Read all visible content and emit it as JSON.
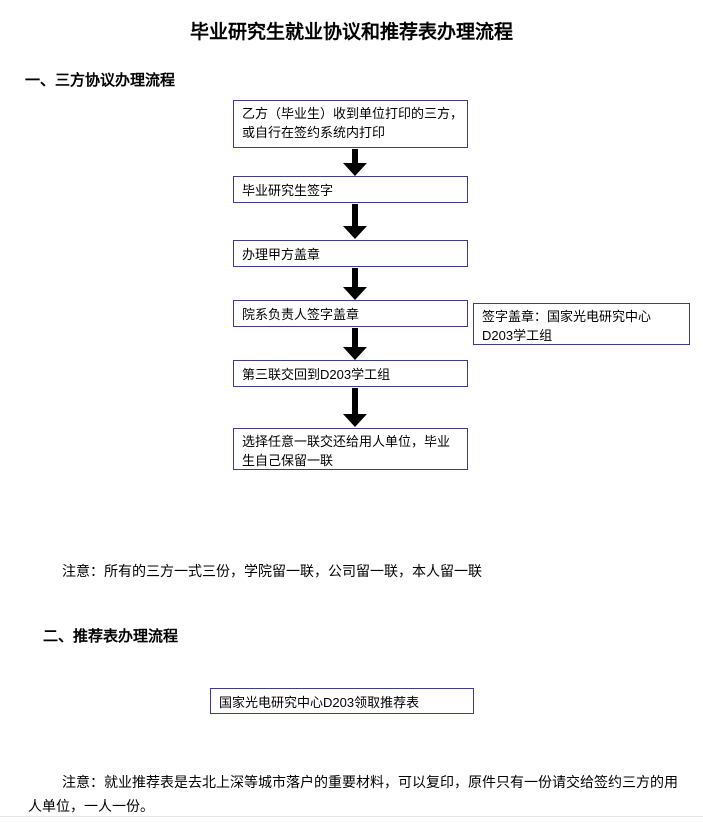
{
  "document": {
    "title": "毕业研究生就业协议和推荐表办理流程"
  },
  "sections": [
    {
      "id": "section-1",
      "heading": "一、三方协议办理流程"
    },
    {
      "id": "section-2",
      "heading": "二、推荐表办理流程"
    }
  ],
  "flowchart_agreement": {
    "steps": [
      {
        "line1": "乙方（毕业生）收到单位打印的三方，",
        "line2": "或自行在签约系统内打印"
      },
      {
        "line1": "毕业研究生签字"
      },
      {
        "line1": "办理甲方盖章"
      },
      {
        "line1": "院系负责人签字盖章"
      },
      {
        "line1": "第三联交回到D203学工组"
      },
      {
        "line1": "选择任意一联交还给用人单位，毕业",
        "line2": "生自己保留一联"
      }
    ],
    "annotation": {
      "line1": "签字盖章：国家光电研究中心",
      "line2": "D203学工组"
    },
    "arrow_count": 5
  },
  "flowchart_recommendation": {
    "steps": [
      {
        "line1": "国家光电研究中心D203领取推荐表"
      }
    ]
  },
  "notes": {
    "note1": "注意：所有的三方一式三份，学院留一联，公司留一联，本人留一联",
    "note2": "注意：就业推荐表是去北上深等城市落户的重要材料，可以复印，原件只有一份请交给签约三方的用人单位，一人一份。"
  },
  "colors": {
    "box_border": "#3b3b8f",
    "arrow": "#000000",
    "text": "#000000",
    "background": "#ffffff",
    "bottom_rule": "#e4e4e4"
  }
}
